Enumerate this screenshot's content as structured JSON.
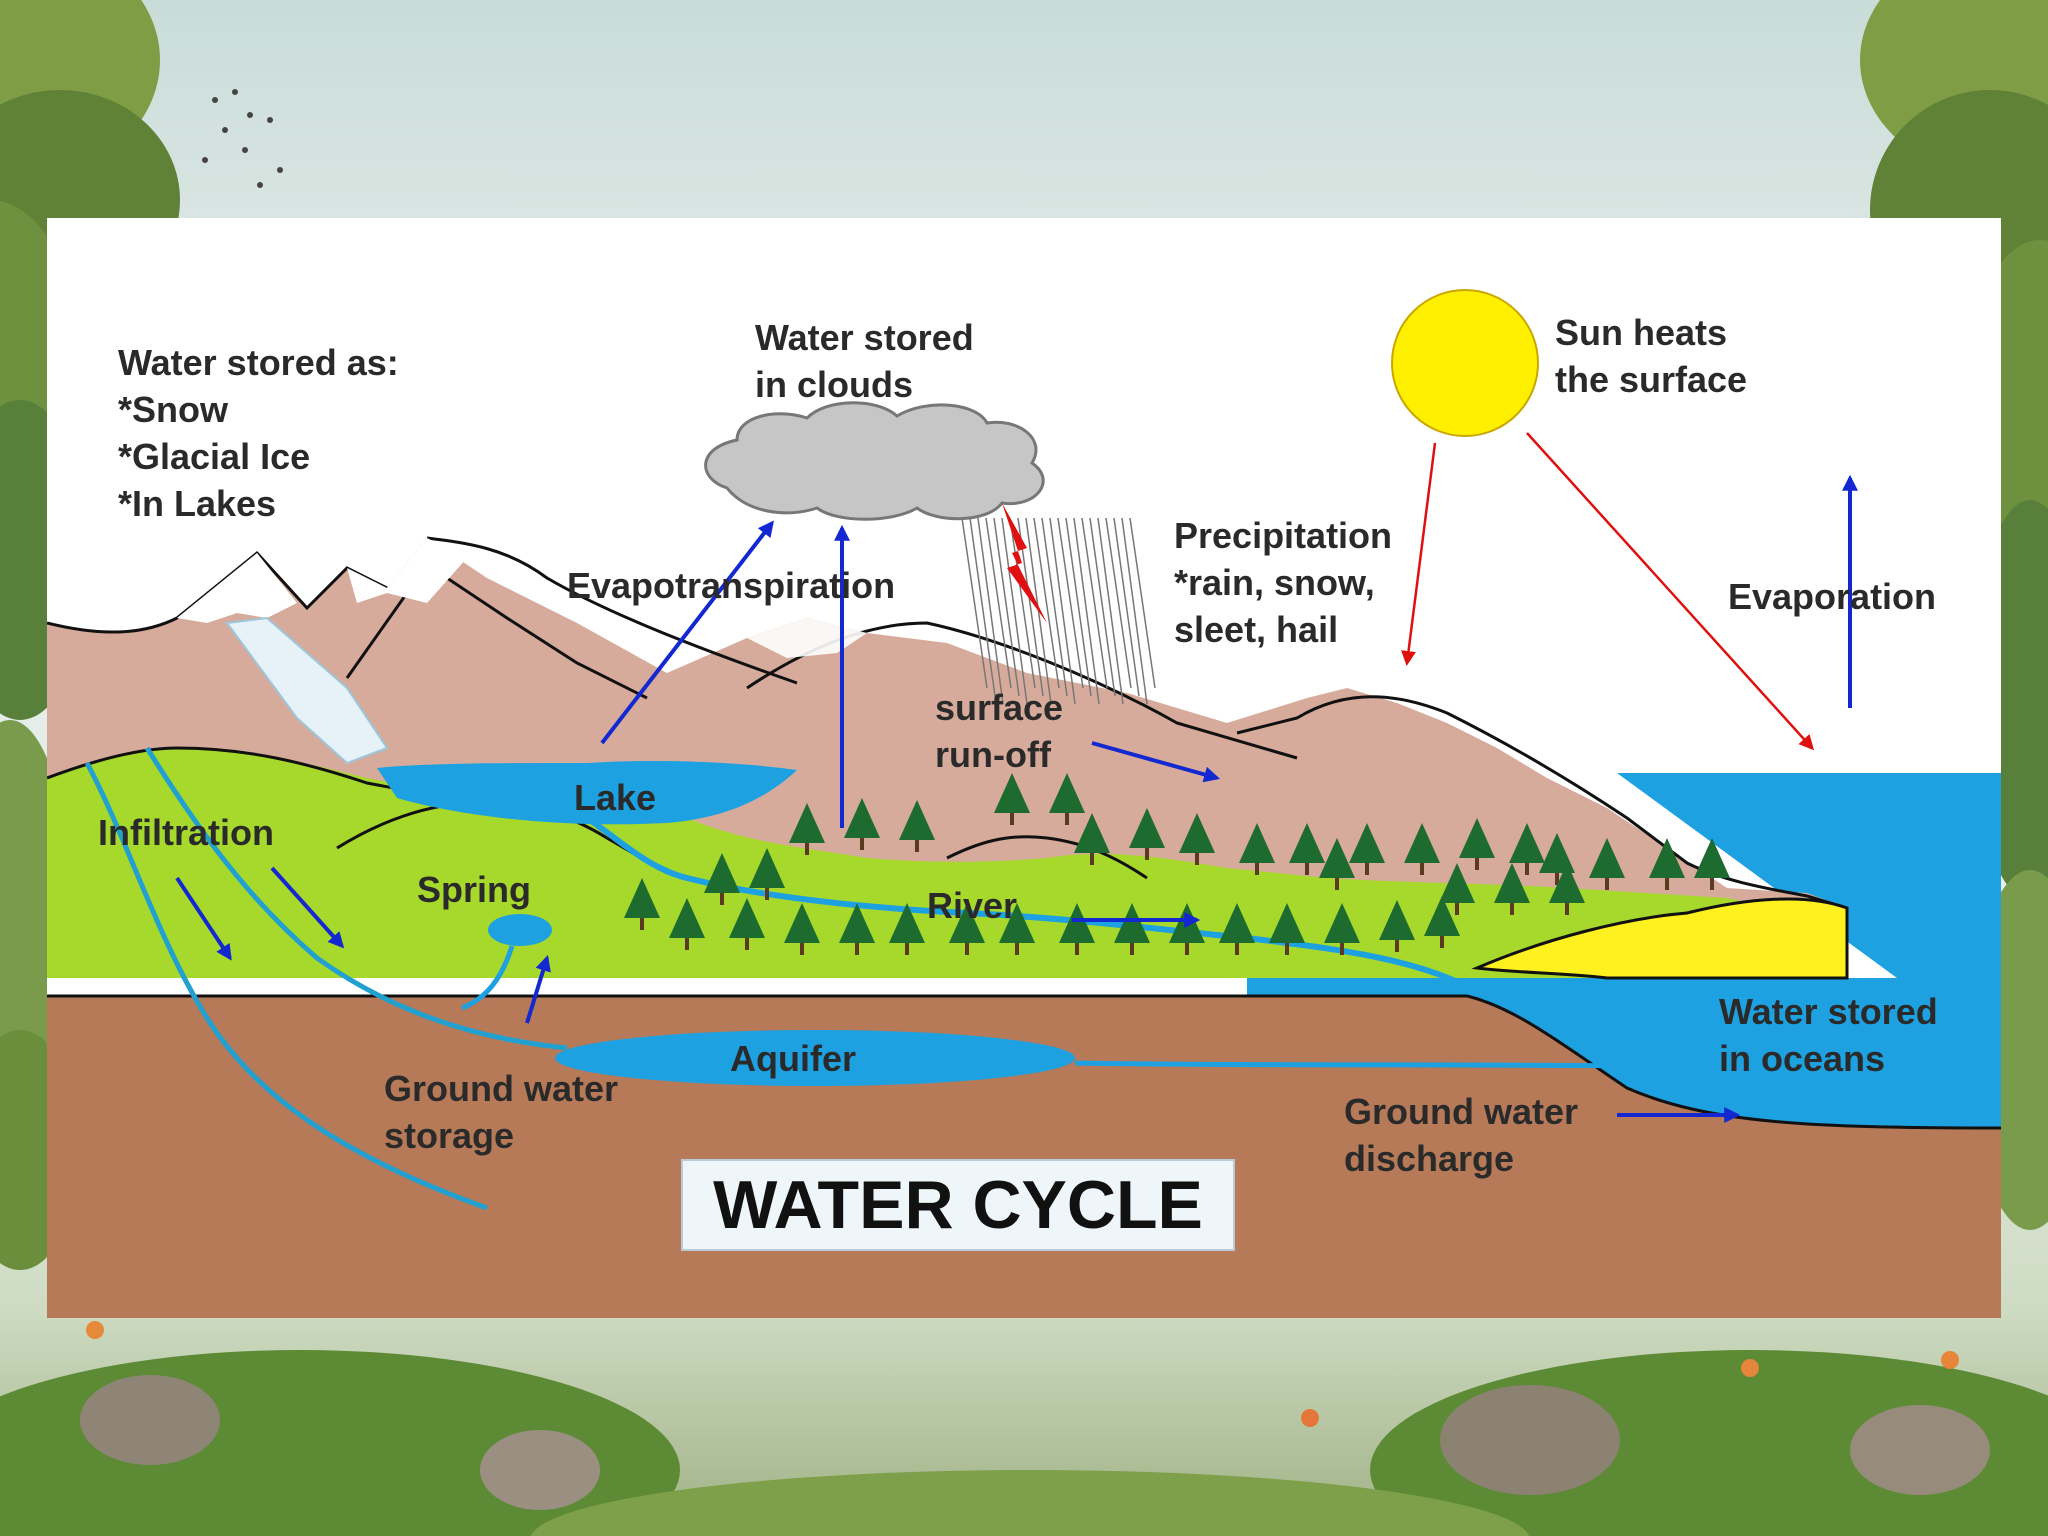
{
  "title": "WATER CYCLE",
  "labels": {
    "water_stored_as": [
      "Water stored as:",
      "*Snow",
      "*Glacial Ice",
      "*In Lakes"
    ],
    "clouds": [
      "Water stored",
      "in clouds"
    ],
    "sun": [
      "Sun heats",
      "the surface"
    ],
    "precipitation": [
      "Precipitation",
      "*rain, snow,",
      "sleet, hail"
    ],
    "evapotranspiration": "Evapotranspiration",
    "evaporation": "Evaporation",
    "surface_runoff": [
      "surface",
      "run-off"
    ],
    "lake": "Lake",
    "infiltration": "Infiltration",
    "spring": "Spring",
    "river": "River",
    "aquifer": "Aquifer",
    "ground_water_storage": [
      "Ground water",
      "storage"
    ],
    "oceans": [
      "Water stored",
      "in oceans"
    ],
    "ground_water_discharge": [
      "Ground water",
      "discharge"
    ]
  },
  "colors": {
    "sky": "#ffffff",
    "mountain": "#d7ab9c",
    "grass": "#a6d92b",
    "soil": "#b67a58",
    "water": "#1ea1e0",
    "sun": "#fff000",
    "cloud": "#c6c6c6",
    "arrow_blue": "#1428d2",
    "arrow_red": "#e01010",
    "tree": "#1e6b30",
    "sand": "#fff020"
  }
}
